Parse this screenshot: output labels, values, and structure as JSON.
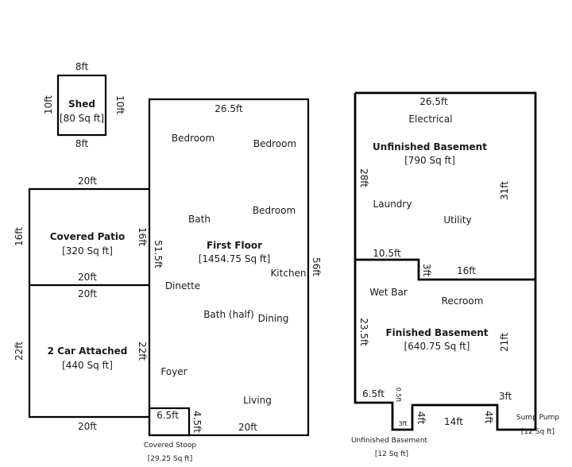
{
  "shed": {
    "title": "Shed",
    "area": "[80 Sq ft]",
    "top": "8ft",
    "bottom": "8ft",
    "left": "10ft",
    "right": "10ft"
  },
  "patio": {
    "title": "Covered Patio",
    "area": "[320 Sq ft]",
    "top": "20ft",
    "bottom": "20ft",
    "left": "16ft",
    "right": "16ft"
  },
  "garage": {
    "title": "2 Car Attached",
    "area": "[440 Sq ft]",
    "top": "20ft",
    "bottom": "20ft",
    "left": "22ft",
    "right": "22ft"
  },
  "first_floor": {
    "title": "First Floor",
    "area": "[1454.75 Sq ft]",
    "top": "26.5ft",
    "right": "56ft",
    "left": "51.5ft",
    "bottom": "20ft",
    "rooms": [
      "Bedroom",
      "Bedroom",
      "Bath",
      "Bedroom",
      "Kitchen",
      "Dinette",
      "Bath (half)",
      "Dining",
      "Foyer",
      "Living"
    ]
  },
  "stoop": {
    "title": "Covered Stoop",
    "area": "[29.25 Sq ft]",
    "width": "6.5ft",
    "height": "4.5ft"
  },
  "unfinished_basement": {
    "title": "Unfinished Basement",
    "area": "[790 Sq ft]",
    "top": "26.5ft",
    "left": "28ft",
    "right": "31ft",
    "step_width": "10.5ft",
    "step_height": "3ft",
    "step_right": "16ft",
    "rooms": [
      "Electrical",
      "Laundry",
      "Utility"
    ]
  },
  "finished_basement": {
    "title": "Finished Basement",
    "area": "[640.75 Sq ft]",
    "left": "23.5ft",
    "right": "21ft",
    "bottom_left": "6.5ft",
    "notch": "0.5ft",
    "bottom_right": "3ft",
    "rooms": [
      "Wet Bar",
      "Recroom"
    ]
  },
  "small_unfinished": {
    "title": "Unfinished Basement",
    "area": "[12 Sq ft]",
    "width": "3ft",
    "height": "4ft"
  },
  "bottom_span": {
    "width": "14ft",
    "height": "4ft"
  },
  "sump": {
    "title": "Sump Pump",
    "area": "[12 Sq ft]"
  }
}
